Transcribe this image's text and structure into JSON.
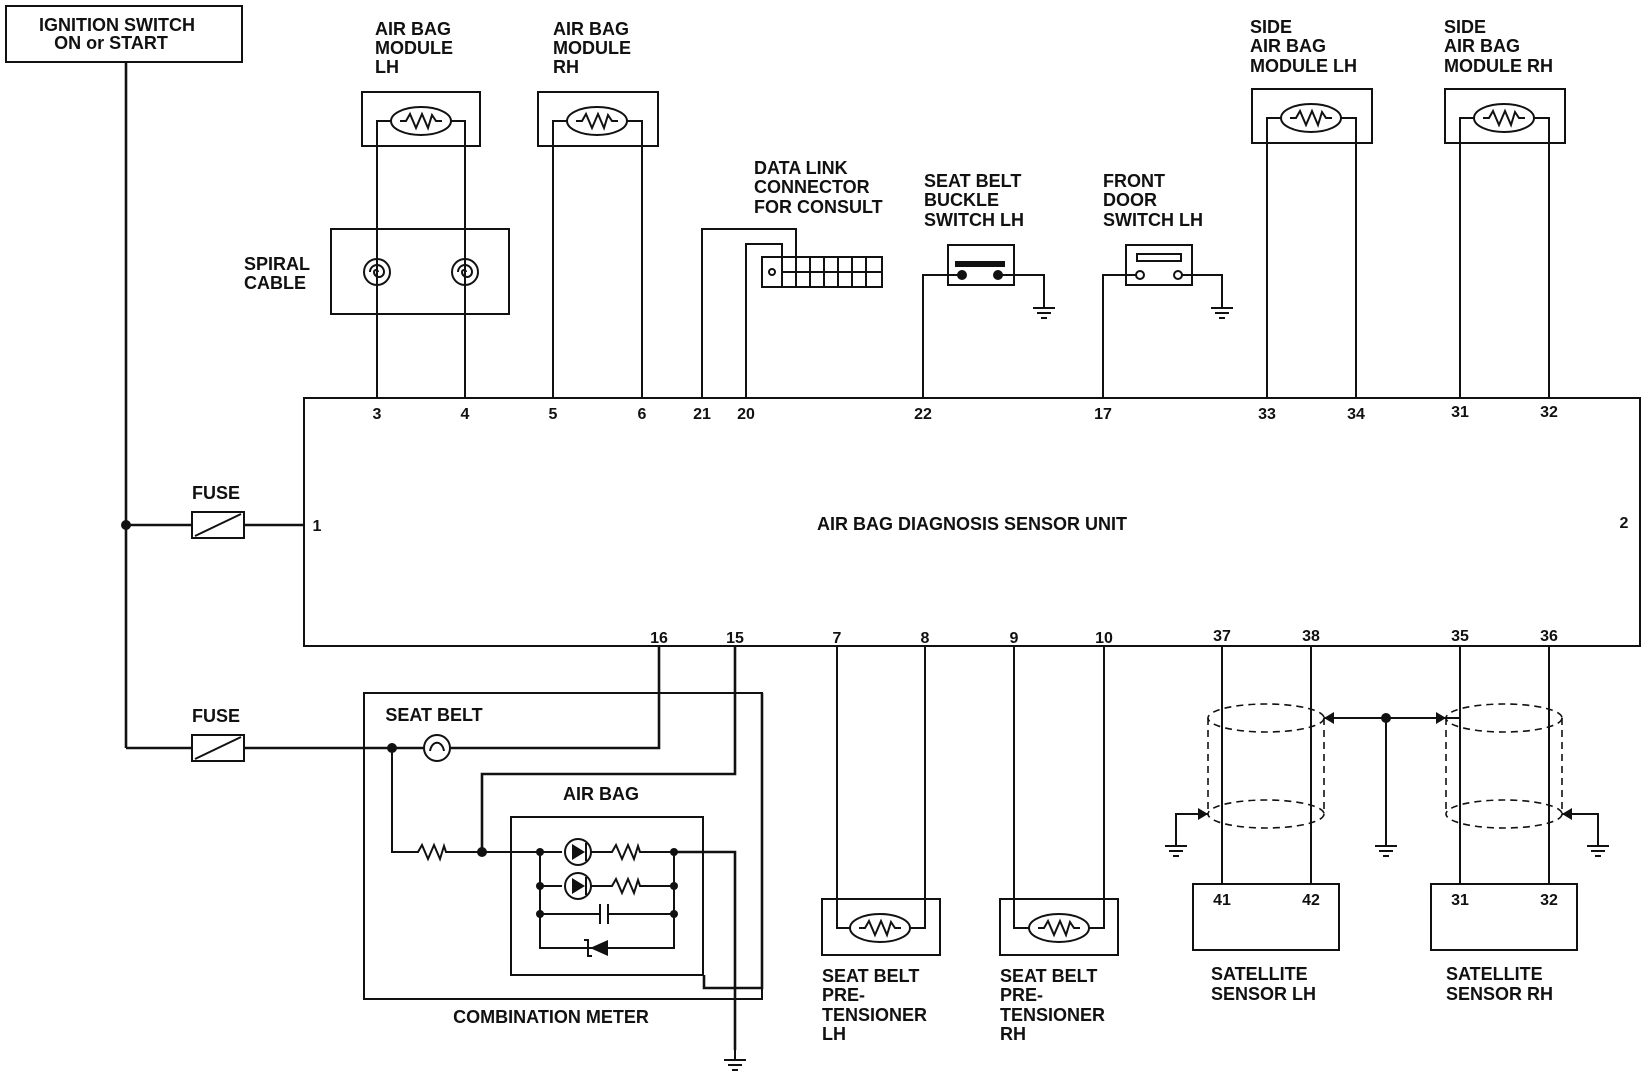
{
  "labels": {
    "ignition_line1": "IGNITION SWITCH",
    "ignition_line2": "ON or START",
    "ab_lh": [
      "AIR BAG",
      "MODULE",
      "LH"
    ],
    "ab_rh": [
      "AIR BAG",
      "MODULE",
      "RH"
    ],
    "spiral": [
      "SPIRAL",
      "CABLE"
    ],
    "dlc": [
      "DATA LINK",
      "CONNECTOR",
      "FOR CONSULT"
    ],
    "buckle": [
      "SEAT BELT",
      "BUCKLE",
      "SWITCH LH"
    ],
    "door": [
      "FRONT",
      "DOOR",
      "SWITCH LH"
    ],
    "side_lh": [
      "SIDE",
      "AIR BAG",
      "MODULE LH"
    ],
    "side_rh": [
      "SIDE",
      "AIR BAG",
      "MODULE RH"
    ],
    "fuse1": "FUSE",
    "fuse2": "FUSE",
    "unit": "AIR BAG DIAGNOSIS SENSOR UNIT",
    "seat_belt_lamp": "SEAT BELT",
    "air_bag_lamp": "AIR BAG",
    "combination_meter": "COMBINATION METER",
    "pret_lh": [
      "SEAT BELT",
      "PRE-",
      "TENSIONER",
      "LH"
    ],
    "pret_rh": [
      "SEAT BELT",
      "PRE-",
      "TENSIONER",
      "RH"
    ],
    "sat_lh": [
      "SATELLITE",
      "SENSOR LH"
    ],
    "sat_rh": [
      "SATELLITE",
      "SENSOR RH"
    ]
  },
  "pins": {
    "top": [
      "3",
      "4",
      "5",
      "6",
      "21",
      "20",
      "22",
      "17",
      "33",
      "34",
      "31",
      "32"
    ],
    "left": "1",
    "right": "2",
    "bottom": [
      "16",
      "15",
      "7",
      "8",
      "9",
      "10",
      "37",
      "38",
      "35",
      "36"
    ],
    "sat_lh": [
      "41",
      "42"
    ],
    "sat_rh": [
      "31",
      "32"
    ]
  }
}
